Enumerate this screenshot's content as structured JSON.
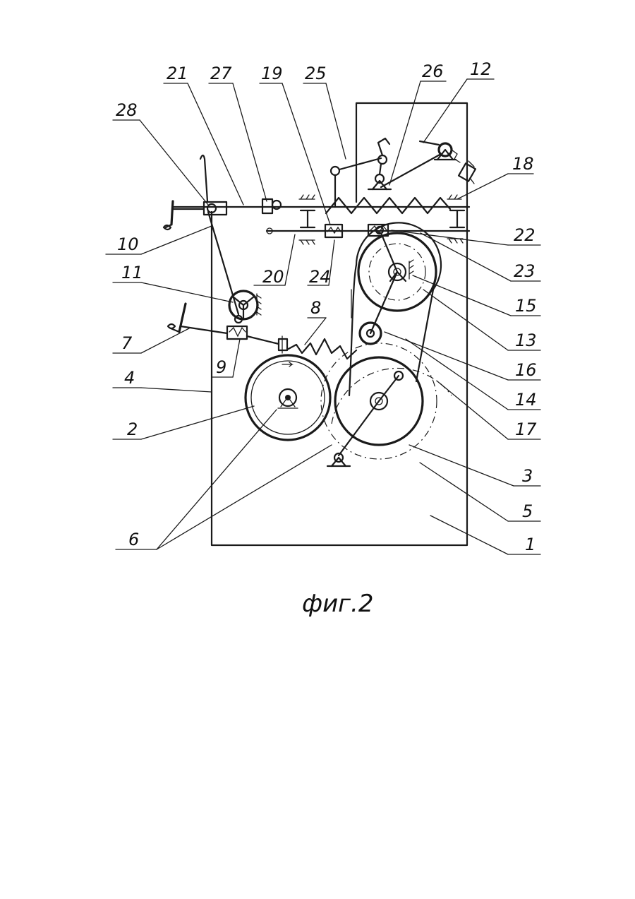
{
  "caption": "фиг.2",
  "labels": {
    "l1": "1",
    "l2": "2",
    "l3": "3",
    "l4": "4",
    "l5": "5",
    "l6": "6",
    "l7": "7",
    "l8": "8",
    "l9": "9",
    "l10": "10",
    "l11": "11",
    "l12": "12",
    "l13": "13",
    "l14": "14",
    "l15": "15",
    "l16": "16",
    "l17": "17",
    "l18": "18",
    "l19": "19",
    "l20": "20",
    "l21": "21",
    "l22": "22",
    "l23": "23",
    "l24": "24",
    "l25": "25",
    "l26": "26",
    "l27": "27",
    "l28": "28"
  }
}
